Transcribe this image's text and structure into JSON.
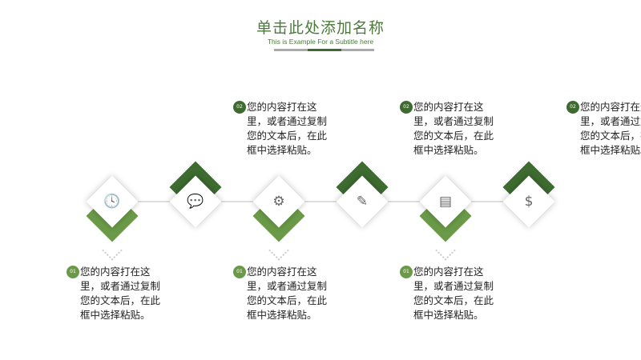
{
  "header": {
    "title": "单击此处添加名称",
    "subtitle": "This is Example For a Subtitle here"
  },
  "colors": {
    "dark_green": "#3d6b30",
    "light_green": "#6a9a48"
  },
  "items": [
    {
      "icon": "truck-clock-icon",
      "glyph": "🕓",
      "position": "bottom",
      "badge": "01",
      "text": "您的内容打在这里，或者通过复制您的文本后，在此框中选择粘贴。"
    },
    {
      "icon": "chat-bubbles-icon",
      "glyph": "💬",
      "position": "top",
      "badge": "02",
      "text": "您的内容打在这里，或者通过复制您的文本后，在此框中选择粘贴。"
    },
    {
      "icon": "gear-cycle-icon",
      "glyph": "⚙",
      "position": "bottom",
      "badge": "01",
      "text": "您的内容打在这里，或者通过复制您的文本后，在此框中选择粘贴。"
    },
    {
      "icon": "pencil-ruler-icon",
      "glyph": "✎",
      "position": "top",
      "badge": "02",
      "text": "您的内容打在这里，或者通过复制您的文本后，在此框中选择粘贴。"
    },
    {
      "icon": "id-card-icon",
      "glyph": "▤",
      "position": "bottom",
      "badge": "01",
      "text": "您的内容打在这里，或者通过复制您的文本后，在此框中选择粘贴。"
    },
    {
      "icon": "coins-icon",
      "glyph": "$",
      "position": "top",
      "badge": "02",
      "text": "您的内容打在这里，或者通过复制您的文本后，在此框中选择粘贴。"
    }
  ]
}
